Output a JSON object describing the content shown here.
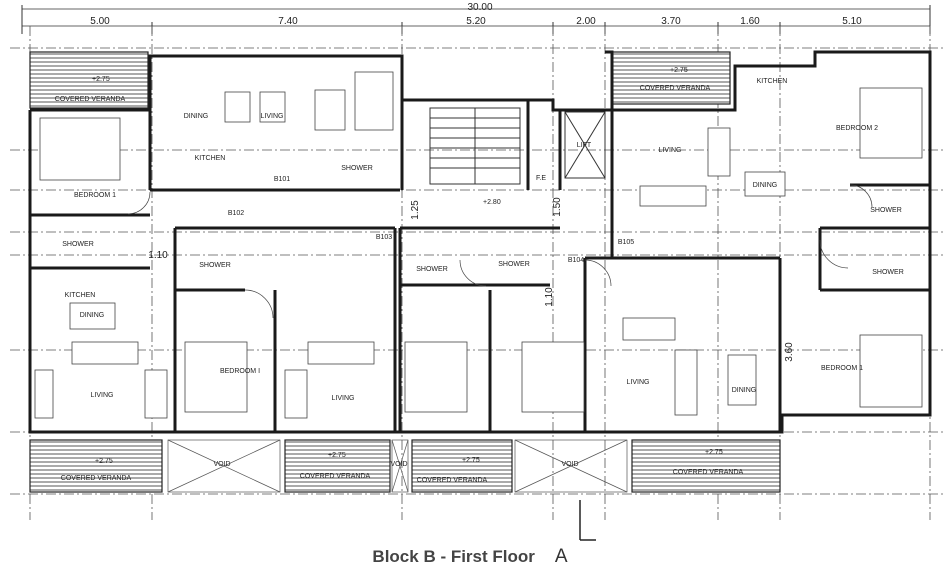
{
  "plan": {
    "title": "Block B - First Floor",
    "section_marker": "A",
    "total_dimension": "30.00",
    "top_dimensions": [
      "5.00",
      "7.40",
      "5.20",
      "2.00",
      "3.70",
      "1.60",
      "5.10"
    ],
    "side_dimensions": {
      "d1": "1.25",
      "d2": "1.50",
      "d3": "1.10",
      "d4": "1.10",
      "d5": "3.60"
    },
    "levels": {
      "veranda": "+2.75",
      "landing": "+2.80"
    },
    "rooms": {
      "covered_veranda": "COVERED VERANDA",
      "dining": "DINING",
      "living": "LIVING",
      "kitchen": "KITCHEN",
      "bedroom": "BEDROOM",
      "bedroom_1": "BEDROOM 1",
      "bedroom_1_alt": "BEDROOM I",
      "bedroom_2": "BEDROOM 2",
      "shower": "SHOWER",
      "lift": "LIFT",
      "fe": "F.E",
      "void": "VOID"
    },
    "codes": [
      "B101",
      "B102",
      "B103",
      "B104",
      "B105"
    ]
  }
}
